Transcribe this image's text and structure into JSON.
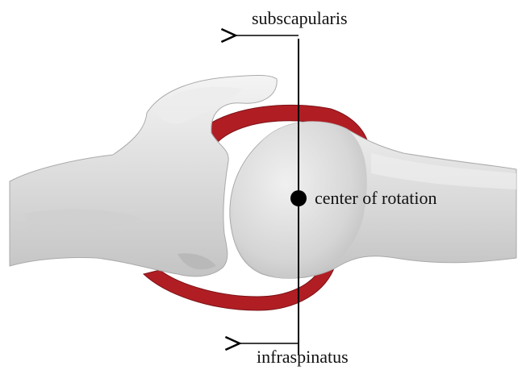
{
  "labels": {
    "top": "subscapularis",
    "center": "center of rotation",
    "bottom": "infraspinatus"
  },
  "colors": {
    "bone_fill": "#d9d9d9",
    "bone_light": "#ececec",
    "bone_shadow": "#b8b8b8",
    "muscle": "#b01e24",
    "muscle_dark": "#7d1216",
    "ink": "#000000"
  }
}
